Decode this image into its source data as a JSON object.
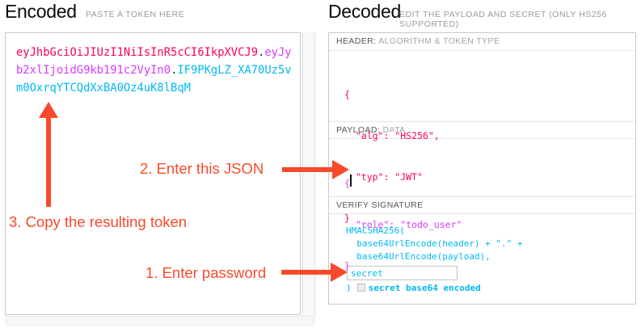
{
  "encoded": {
    "title": "Encoded",
    "subtitle": "PASTE A TOKEN HERE",
    "token": {
      "header_segment": "eyJhbGciOiJIUzI1NiIsInR5cCI6IkpXVCJ9",
      "dot1": ".",
      "payload_segment": "eyJyb2xlIjoidG9kb191c2VyIn0",
      "dot2": ".",
      "signature_segment": "IF9PKgLZ_XA70Uz5vm0OxrqYTCQdXxBA0Oz4uK8lBqM"
    }
  },
  "decoded": {
    "title": "Decoded",
    "subtitle": "EDIT THE PAYLOAD AND SECRET (ONLY HS256 SUPPORTED)",
    "header_section": {
      "label_strong": "HEADER:",
      "label_caption": "ALGORITHM & TOKEN TYPE",
      "code_lines": [
        "{",
        "  \"alg\": \"HS256\",",
        "  \"typ\": \"JWT\"",
        "}"
      ]
    },
    "payload_section": {
      "label_strong": "PAYLOAD:",
      "label_caption": "DATA",
      "code_lines": [
        "{",
        "  \"role\": \"todo_user\"",
        "}"
      ]
    },
    "signature_section": {
      "label_strong": "VERIFY SIGNATURE",
      "algo_lines": [
        "HMACSHA256(",
        "  base64UrlEncode(header) + \".\" +",
        "  base64UrlEncode(payload),"
      ],
      "secret_value": "secret",
      "close_paren": ")",
      "checkbox_label": "secret base64 encoded"
    }
  },
  "annotations": {
    "step1": "1. Enter password",
    "step2": "2. Enter this JSON",
    "step3": "3. Copy the resulting token"
  },
  "colors": {
    "header_red": "#fb015b",
    "payload_magenta": "#d63aff",
    "signature_cyan": "#00b9f1",
    "annotation_orange": "#f84a2b"
  }
}
